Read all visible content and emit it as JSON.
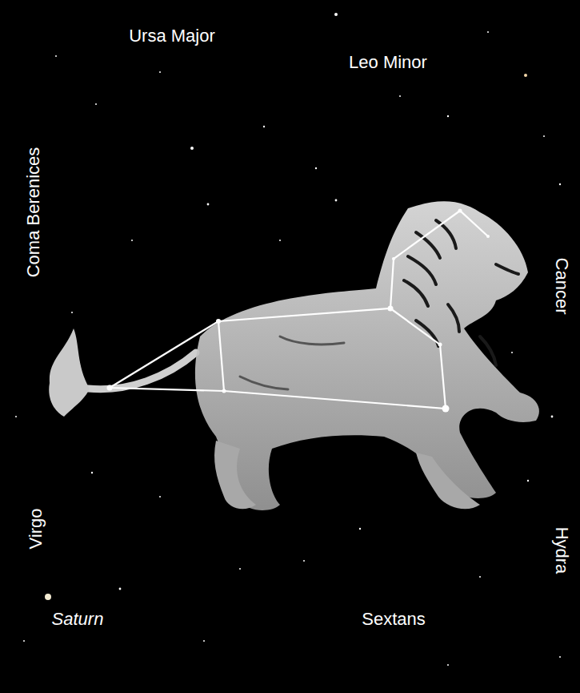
{
  "diagram": {
    "labels": [
      "Ursa Major",
      "Leo Minor",
      "Coma Berenices",
      "Cancer",
      "Virgo",
      "Hydra",
      "Saturn",
      "Sextans"
    ]
  }
}
